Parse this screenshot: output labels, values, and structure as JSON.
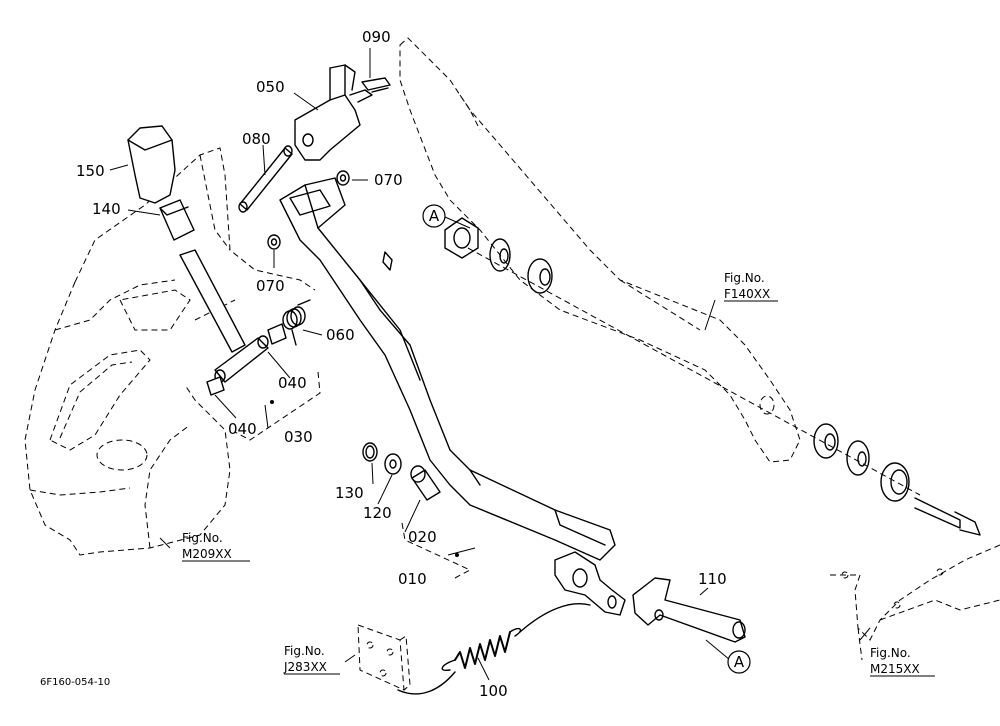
{
  "diagram": {
    "drawing_code": "6F160-054-10",
    "part_labels": {
      "p090": "090",
      "p050": "050",
      "p080": "080",
      "p070a": "070",
      "p070b": "070",
      "p150": "150",
      "p140": "140",
      "p060": "060",
      "p040a": "040",
      "p040b": "040",
      "p030": "030",
      "p130": "130",
      "p120": "120",
      "p020": "020",
      "p010": "010",
      "p110": "110",
      "p100": "100"
    },
    "ref_marks": {
      "a_top": "A",
      "a_bottom": "A"
    },
    "figure_refs": {
      "f140": {
        "label": "Fig.No.",
        "code": "F140XX"
      },
      "m209": {
        "label": "Fig.No.",
        "code": "M209XX"
      },
      "j283": {
        "label": "Fig.No.",
        "code": "J283XX"
      },
      "m215": {
        "label": "Fig.No.",
        "code": "M215XX"
      }
    }
  }
}
